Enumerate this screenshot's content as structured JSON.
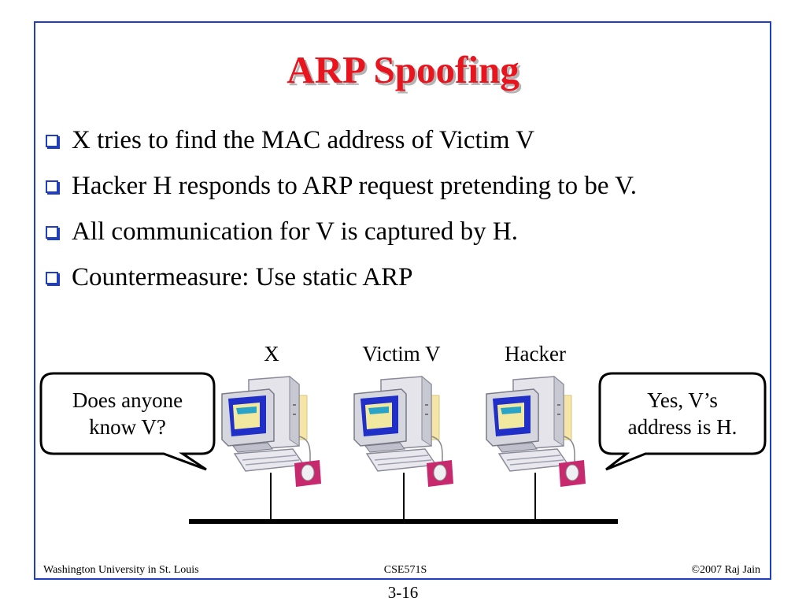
{
  "slide": {
    "title": "ARP Spoofing",
    "bullets": [
      {
        "text": "X tries to find the MAC address of Victim V"
      },
      {
        "text": "Hacker H responds to ARP request pretending to be V."
      },
      {
        "text": "All communication for V is captured by H."
      },
      {
        "text": "Countermeasure: Use static ARP"
      }
    ]
  },
  "diagram": {
    "computers": [
      {
        "label": "X",
        "icon": "computer-icon"
      },
      {
        "label": "Victim V",
        "icon": "computer-icon"
      },
      {
        "label": "Hacker",
        "icon": "computer-icon"
      }
    ],
    "left_bubble": {
      "line1": "Does anyone",
      "line2": "know V?"
    },
    "right_bubble": {
      "line1": "Yes, V’s",
      "line2": "address is H."
    }
  },
  "footer": {
    "left": "Washington University in St. Louis",
    "center": "CSE571S",
    "right": "©2007 Raj Jain"
  },
  "page_number": "3-16",
  "colors": {
    "title": "#e8141e",
    "frame": "#1f3fbf",
    "bullet_box": "#1f3fbf",
    "mouse": "#c8286e",
    "monitor_screen": "#1f2fc8"
  }
}
